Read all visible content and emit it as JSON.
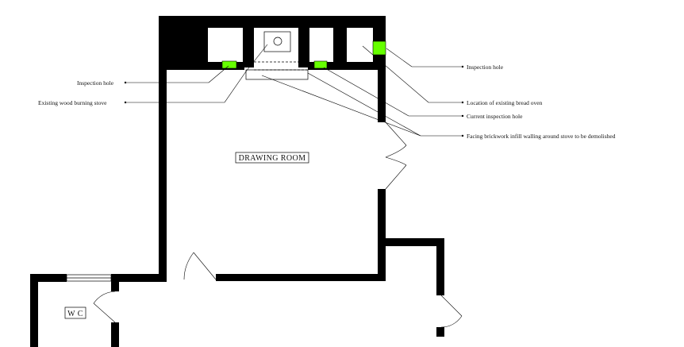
{
  "rooms": {
    "drawing_room": "DRAWING ROOM",
    "wc": "W C"
  },
  "callouts": {
    "inspection_hole_left": "Inspection hole",
    "existing_stove": "Existing wood burning stove",
    "inspection_hole_right": "Inspection hole",
    "bread_oven": "Location of existing bread oven",
    "current_inspection_hole": "Current inspection hole",
    "facing_brickwork": "Facing brickwork infill walling around stove to be demolished"
  },
  "colors": {
    "wall": "#000000",
    "inspection_marker": "#66ff00",
    "background": "#ffffff"
  }
}
